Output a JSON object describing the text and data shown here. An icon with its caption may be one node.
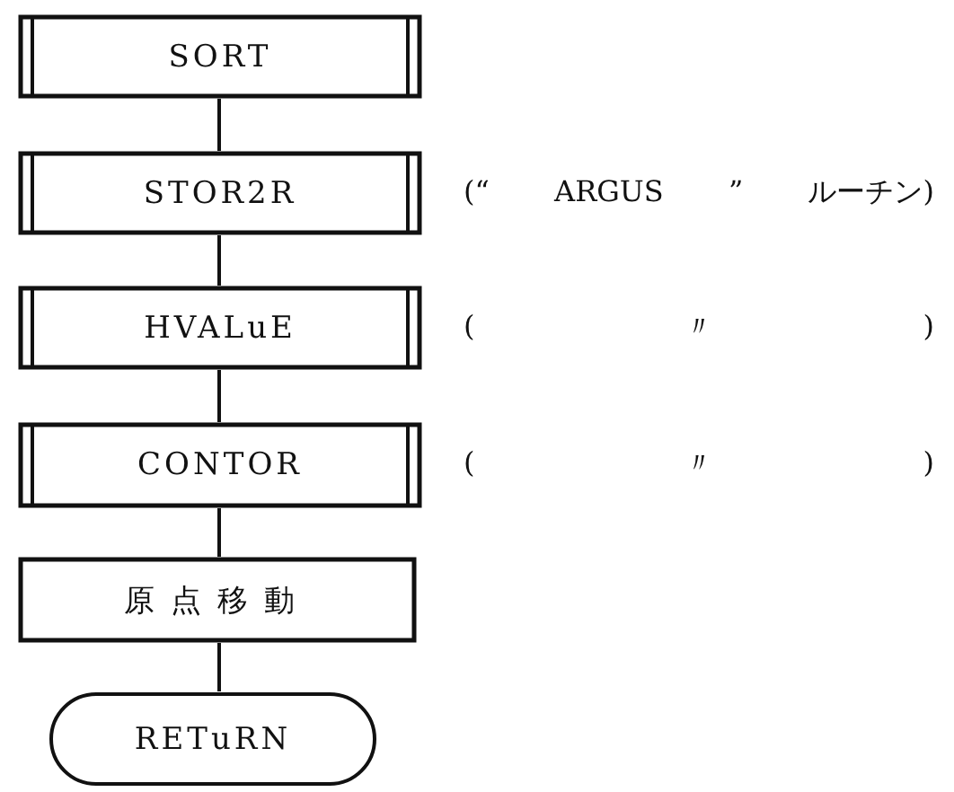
{
  "diagram": {
    "nodes": [
      {
        "text": [
          "SORT"
        ]
      },
      {
        "text": [
          "STOR2R"
        ],
        "beside": [
          "(“ ARGUS ” ルーチン)"
        ]
      },
      {
        "text": [
          "HVALuE"
        ],
        "beside": [
          "( 〃 )"
        ]
      },
      {
        "text": [
          "CONTOR"
        ],
        "beside": [
          "( 〃 )"
        ]
      },
      {
        "text": [
          "原点移動"
        ]
      },
      {
        "text": [
          "RETuRN"
        ]
      }
    ],
    "edges": [
      {
        "from": 0,
        "to": 1,
        "arrow": "none"
      },
      {
        "from": 1,
        "to": 2,
        "arrow": "none"
      },
      {
        "from": 2,
        "to": 3,
        "arrow": "none"
      },
      {
        "from": 3,
        "to": 4,
        "arrow": "none"
      },
      {
        "from": 4,
        "to": 5,
        "arrow": "none"
      }
    ]
  }
}
